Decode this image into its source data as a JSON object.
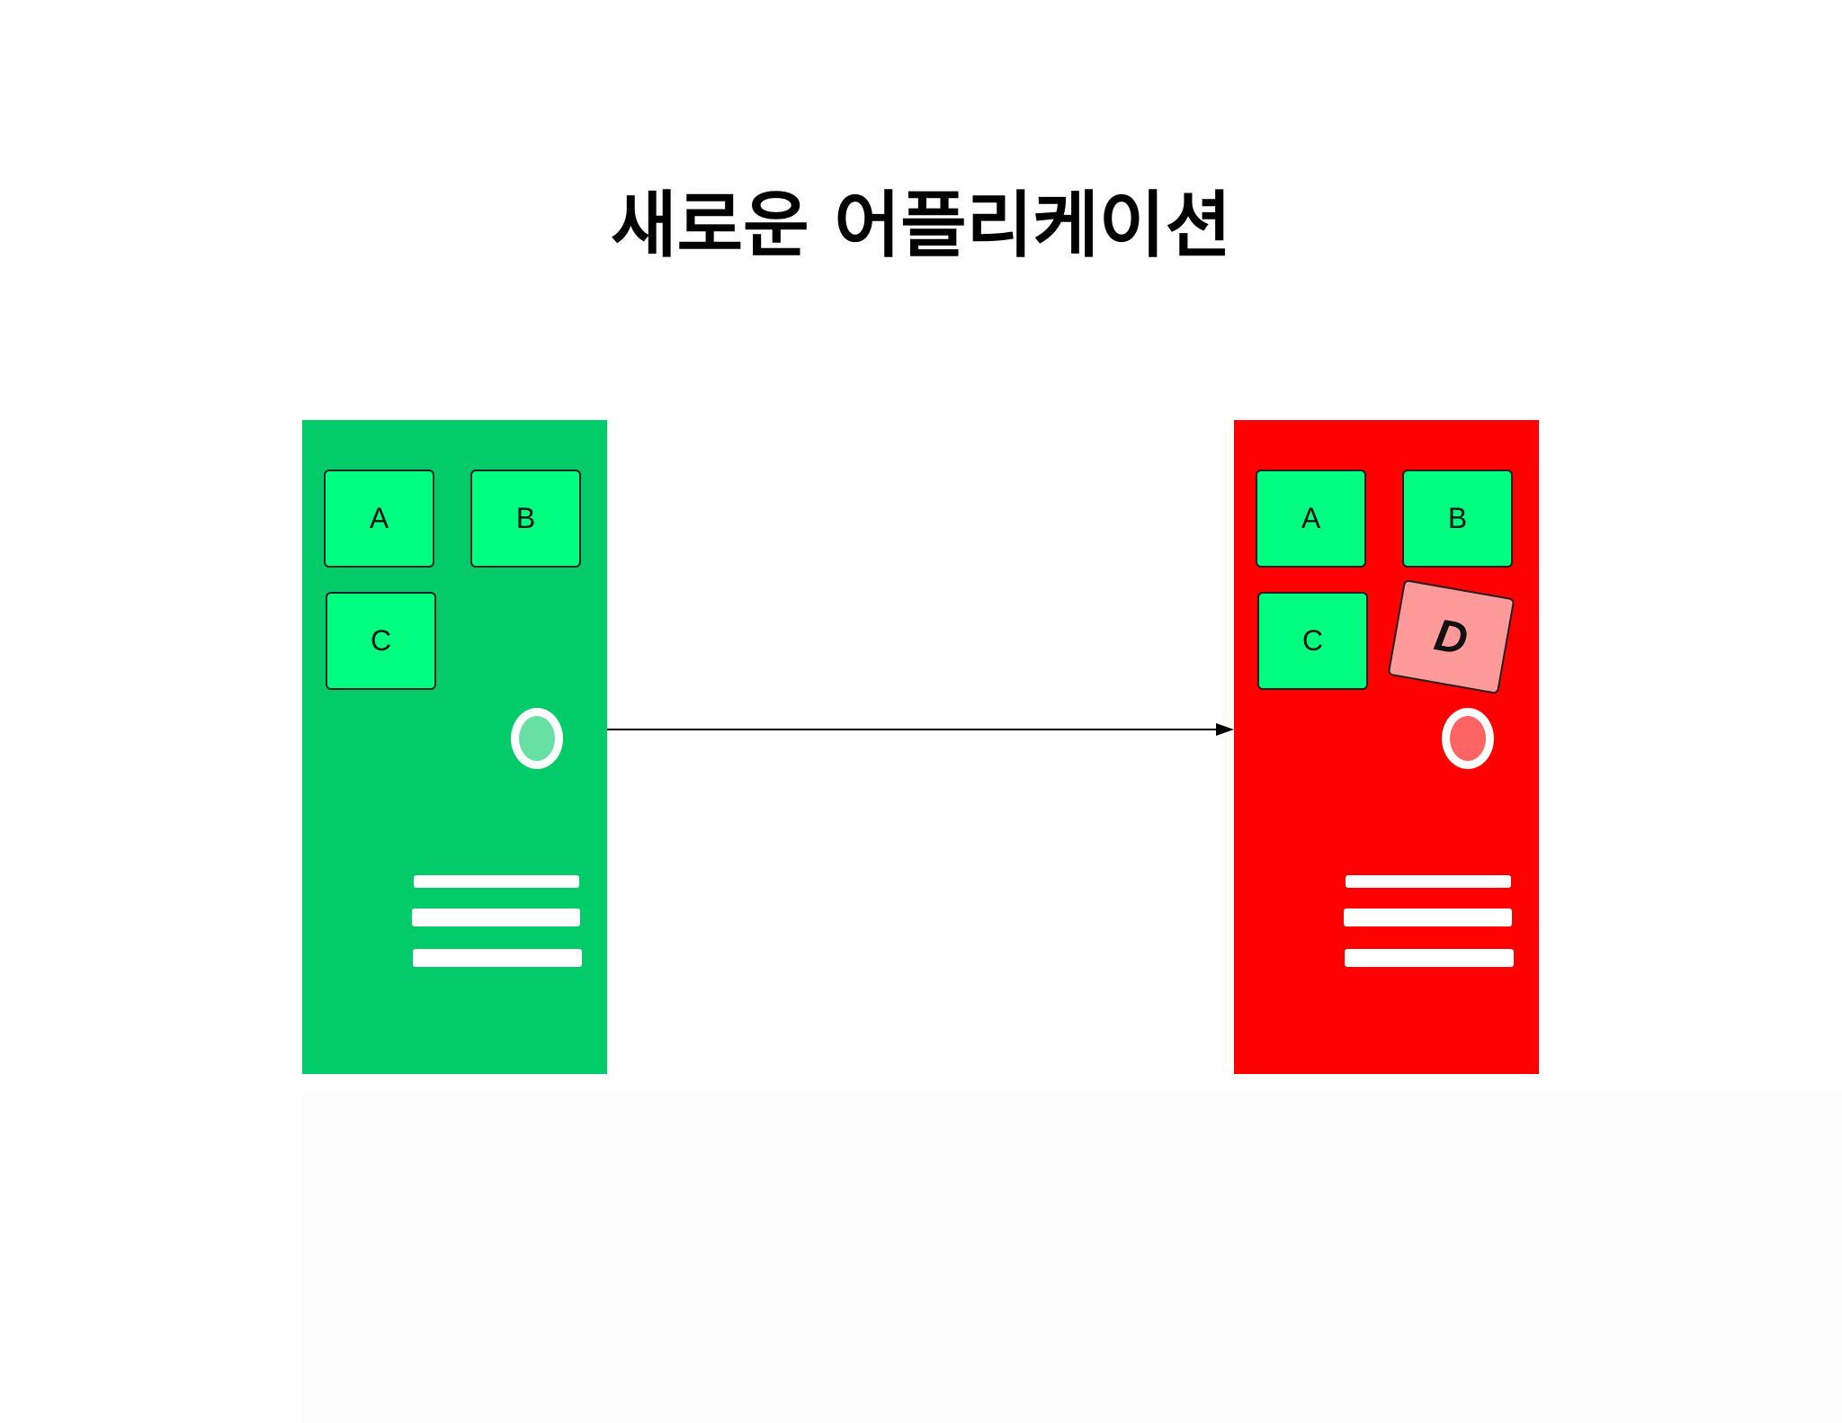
{
  "title": "새로운 어플리케이션",
  "colors": {
    "healthy_server": "#04cb6a",
    "failing_server": "#ff0000",
    "module": "#00ff80",
    "new_module": "#ff9a9a",
    "healthy_light": "#68e0a4",
    "failing_light": "#ff6464"
  },
  "servers": [
    {
      "name": "left",
      "status": "healthy",
      "modules": [
        "A",
        "B",
        "C"
      ]
    },
    {
      "name": "right",
      "status": "failing",
      "modules": [
        "A",
        "B",
        "C"
      ],
      "new_module": "D"
    }
  ]
}
